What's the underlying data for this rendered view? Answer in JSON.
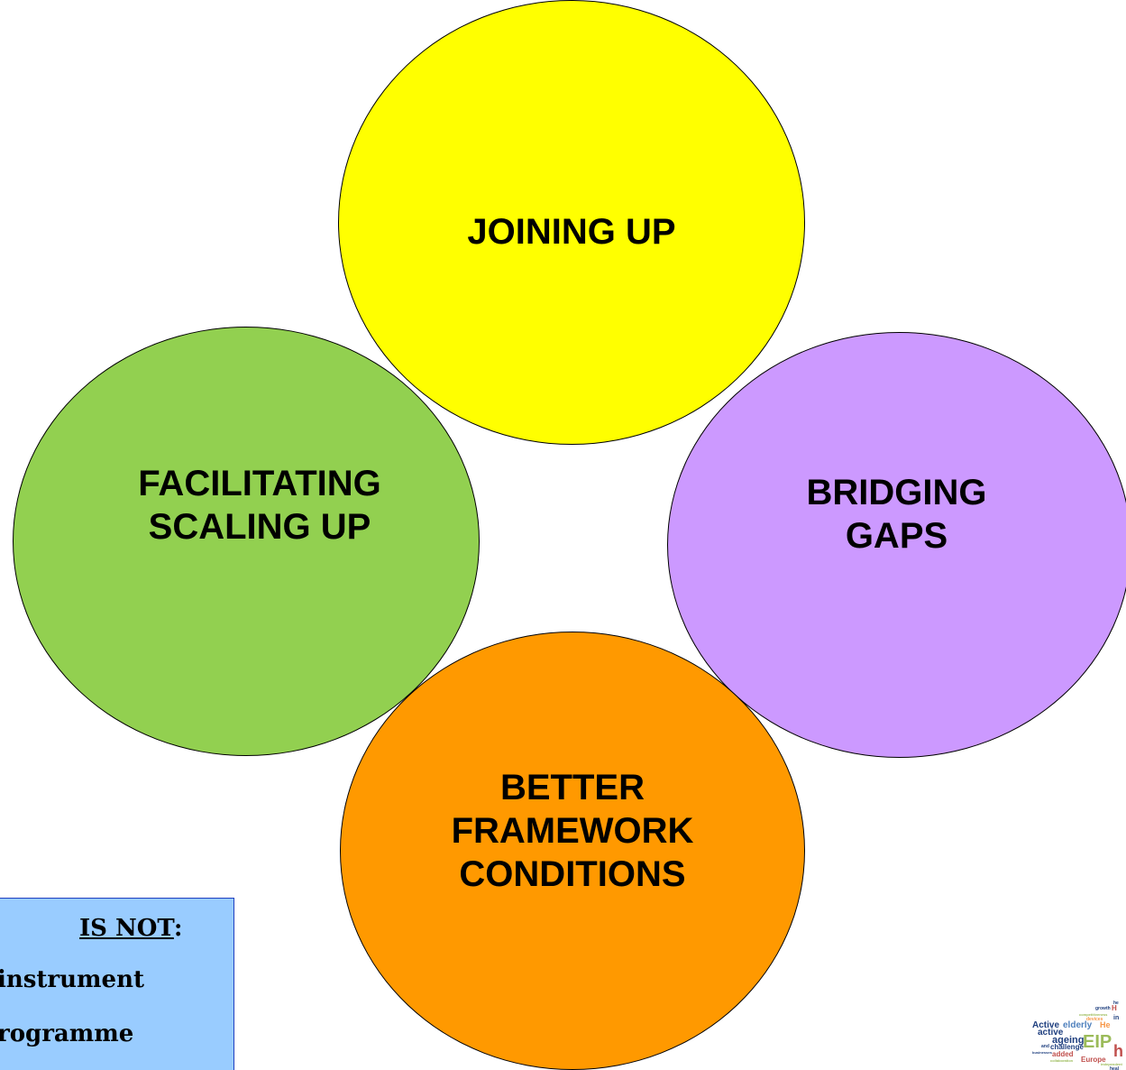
{
  "diagram": {
    "circles": [
      {
        "id": "joining",
        "label": "JOINING UP",
        "color": "#ffff00"
      },
      {
        "id": "facilitating",
        "label": "FACILITATING\nSCALING UP",
        "color": "#92d050"
      },
      {
        "id": "bridging",
        "label": "BRIDGING\nGAPS",
        "color": "#cc99ff"
      },
      {
        "id": "better",
        "label": "BETTER\nFRAMEWORK\nCONDITIONS",
        "color": "#ff9900"
      }
    ]
  },
  "not_box": {
    "heading": "IS NOT",
    "heading_suffix": ":",
    "line1": "instrument",
    "line2": "rogramme",
    "background": "#99ccff",
    "border": "#1f3fbf"
  },
  "logo": {
    "icon": "eip-word-cloud-logo",
    "words": [
      "growth",
      "competitiveness",
      "devices",
      "Active",
      "elderly",
      "active",
      "ageing",
      "EIP",
      "challenge",
      "businesses",
      "added",
      "Europe",
      "health",
      "independent"
    ]
  }
}
